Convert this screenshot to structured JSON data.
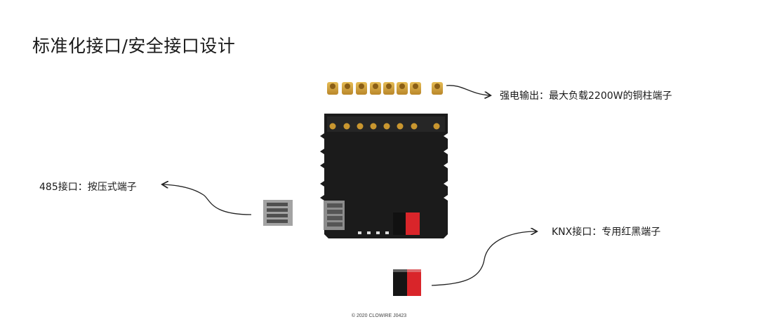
{
  "title": "标准化接口/安全接口设计",
  "labels": {
    "power": "强电输出：最大负载2200W的铜柱端子",
    "rs485": "485接口：按压式端子",
    "knx": "KNX接口：专用红黑端子"
  },
  "copyright": "© 2020 CLOWIRE J0423",
  "colors": {
    "module_body": "#1b1b1b",
    "copper": "#d6a63a",
    "knx_red": "#d9252a",
    "terminal_gray": "#9a9a9a",
    "arrow": "#222222"
  },
  "icons": {
    "copper_pin": "copper-pin-icon",
    "arrow": "curved-arrow-icon"
  }
}
